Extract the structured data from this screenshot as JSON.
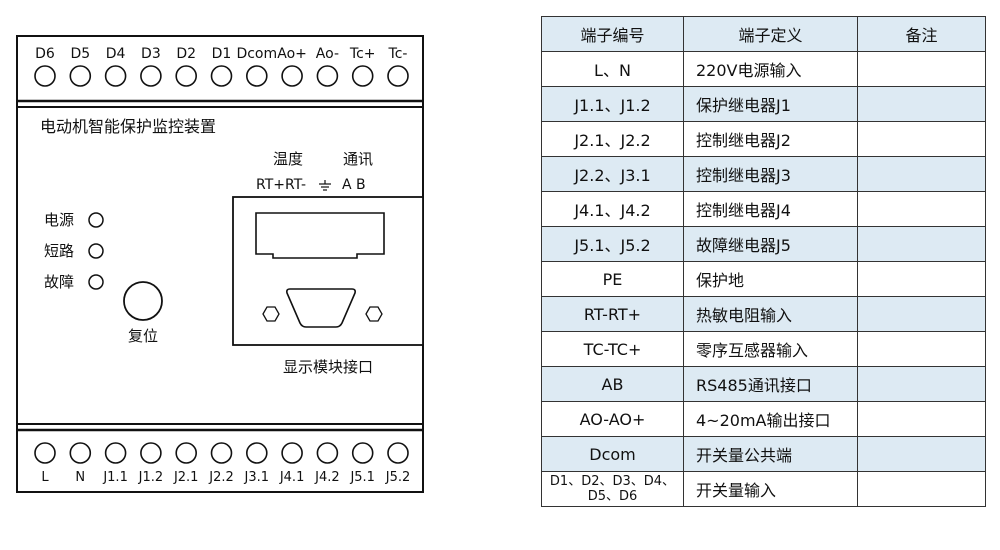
{
  "device": {
    "title": "电动机智能保护监控装置",
    "top_terminals": [
      "D6",
      "D5",
      "D4",
      "D3",
      "D2",
      "D1",
      "Dcom",
      "Ao+",
      "Ao-",
      "Tc+",
      "Tc-"
    ],
    "bottom_terminals": [
      "L",
      "N",
      "J1.1",
      "J1.2",
      "J2.1",
      "J2.2",
      "J3.1",
      "J4.1",
      "J4.2",
      "J5.1",
      "J5.2"
    ],
    "indicators": [
      "电源",
      "短路",
      "故障"
    ],
    "reset_label": "复位",
    "temp_label": "温度",
    "comm_label": "通讯",
    "temp_pins": "RT+RT-",
    "comm_pins": "A  B",
    "module_label": "显示模块接口"
  },
  "table": {
    "headers": [
      "端子编号",
      "端子定义",
      "备注"
    ],
    "rows": [
      {
        "id": "L、N",
        "def": "220V电源输入",
        "note": ""
      },
      {
        "id": "J1.1、J1.2",
        "def": "保护继电器J1",
        "note": ""
      },
      {
        "id": "J2.1、J2.2",
        "def": "控制继电器J2",
        "note": ""
      },
      {
        "id": "J2.2、J3.1",
        "def": "控制继电器J3",
        "note": ""
      },
      {
        "id": "J4.1、J4.2",
        "def": "控制继电器J4",
        "note": ""
      },
      {
        "id": "J5.1、J5.2",
        "def": "故障继电器J5",
        "note": ""
      },
      {
        "id": "PE",
        "def": "保护地",
        "note": ""
      },
      {
        "id": "RT-RT+",
        "def": "热敏电阻输入",
        "note": ""
      },
      {
        "id": "TC-TC+",
        "def": "零序互感器输入",
        "note": ""
      },
      {
        "id": "AB",
        "def": "RS485通讯接口",
        "note": ""
      },
      {
        "id": "AO-AO+",
        "def": "4~20mA输出接口",
        "note": ""
      },
      {
        "id": "Dcom",
        "def": "开关量公共端",
        "note": ""
      },
      {
        "id": "D1、D2、D3、D4、D5、D6",
        "def": "开关量输入",
        "note": ""
      }
    ]
  }
}
